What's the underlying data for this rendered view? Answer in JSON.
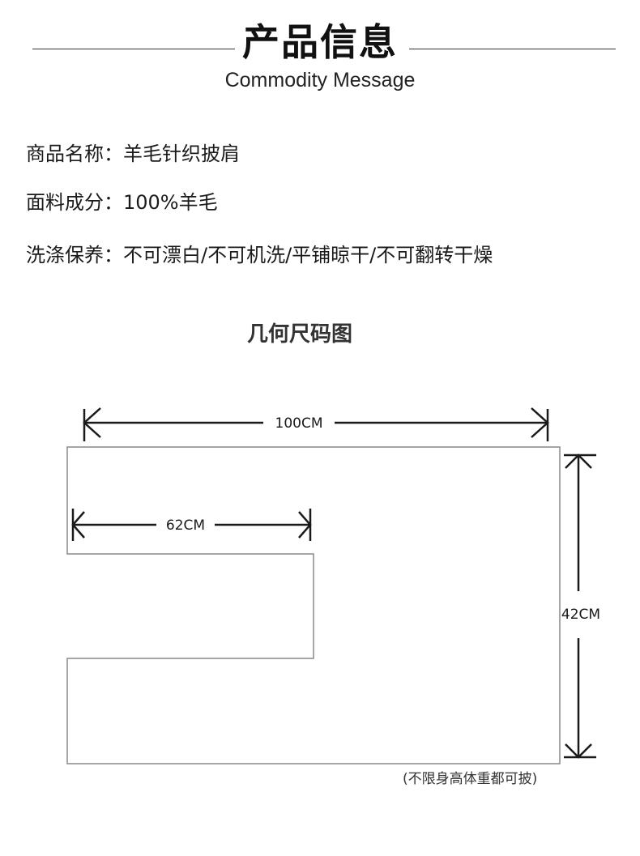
{
  "header": {
    "title": "产品信息",
    "subtitle": "Commodity Message"
  },
  "info": [
    {
      "label": "商品名称：",
      "value": "羊毛针织披肩"
    },
    {
      "label": "面料成分：",
      "value": "100%羊毛"
    },
    {
      "label": "洗涤保养：",
      "value": "不可漂白/不可机洗/平铺晾干/不可翻转干燥"
    }
  ],
  "diagram": {
    "title": "几何尺码图",
    "dimensions": {
      "total_width": "100CM",
      "inner_width": "62CM",
      "height": "42CM"
    },
    "note": "(不限身高体重都可披)"
  },
  "colors": {
    "line": "#333333",
    "text": "#1a1a1a",
    "outline": "#888888"
  }
}
